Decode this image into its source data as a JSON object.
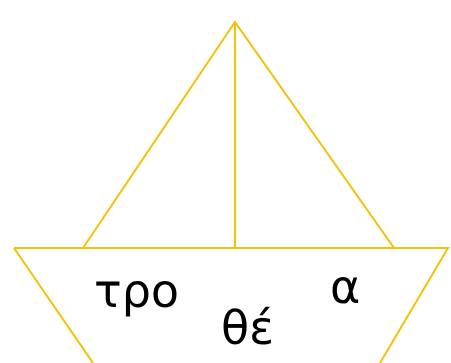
{
  "outline_color": "#f2c20a",
  "text_color": "#000000",
  "syllables": {
    "left": "τρο",
    "middle": "θέ",
    "right": "α"
  }
}
